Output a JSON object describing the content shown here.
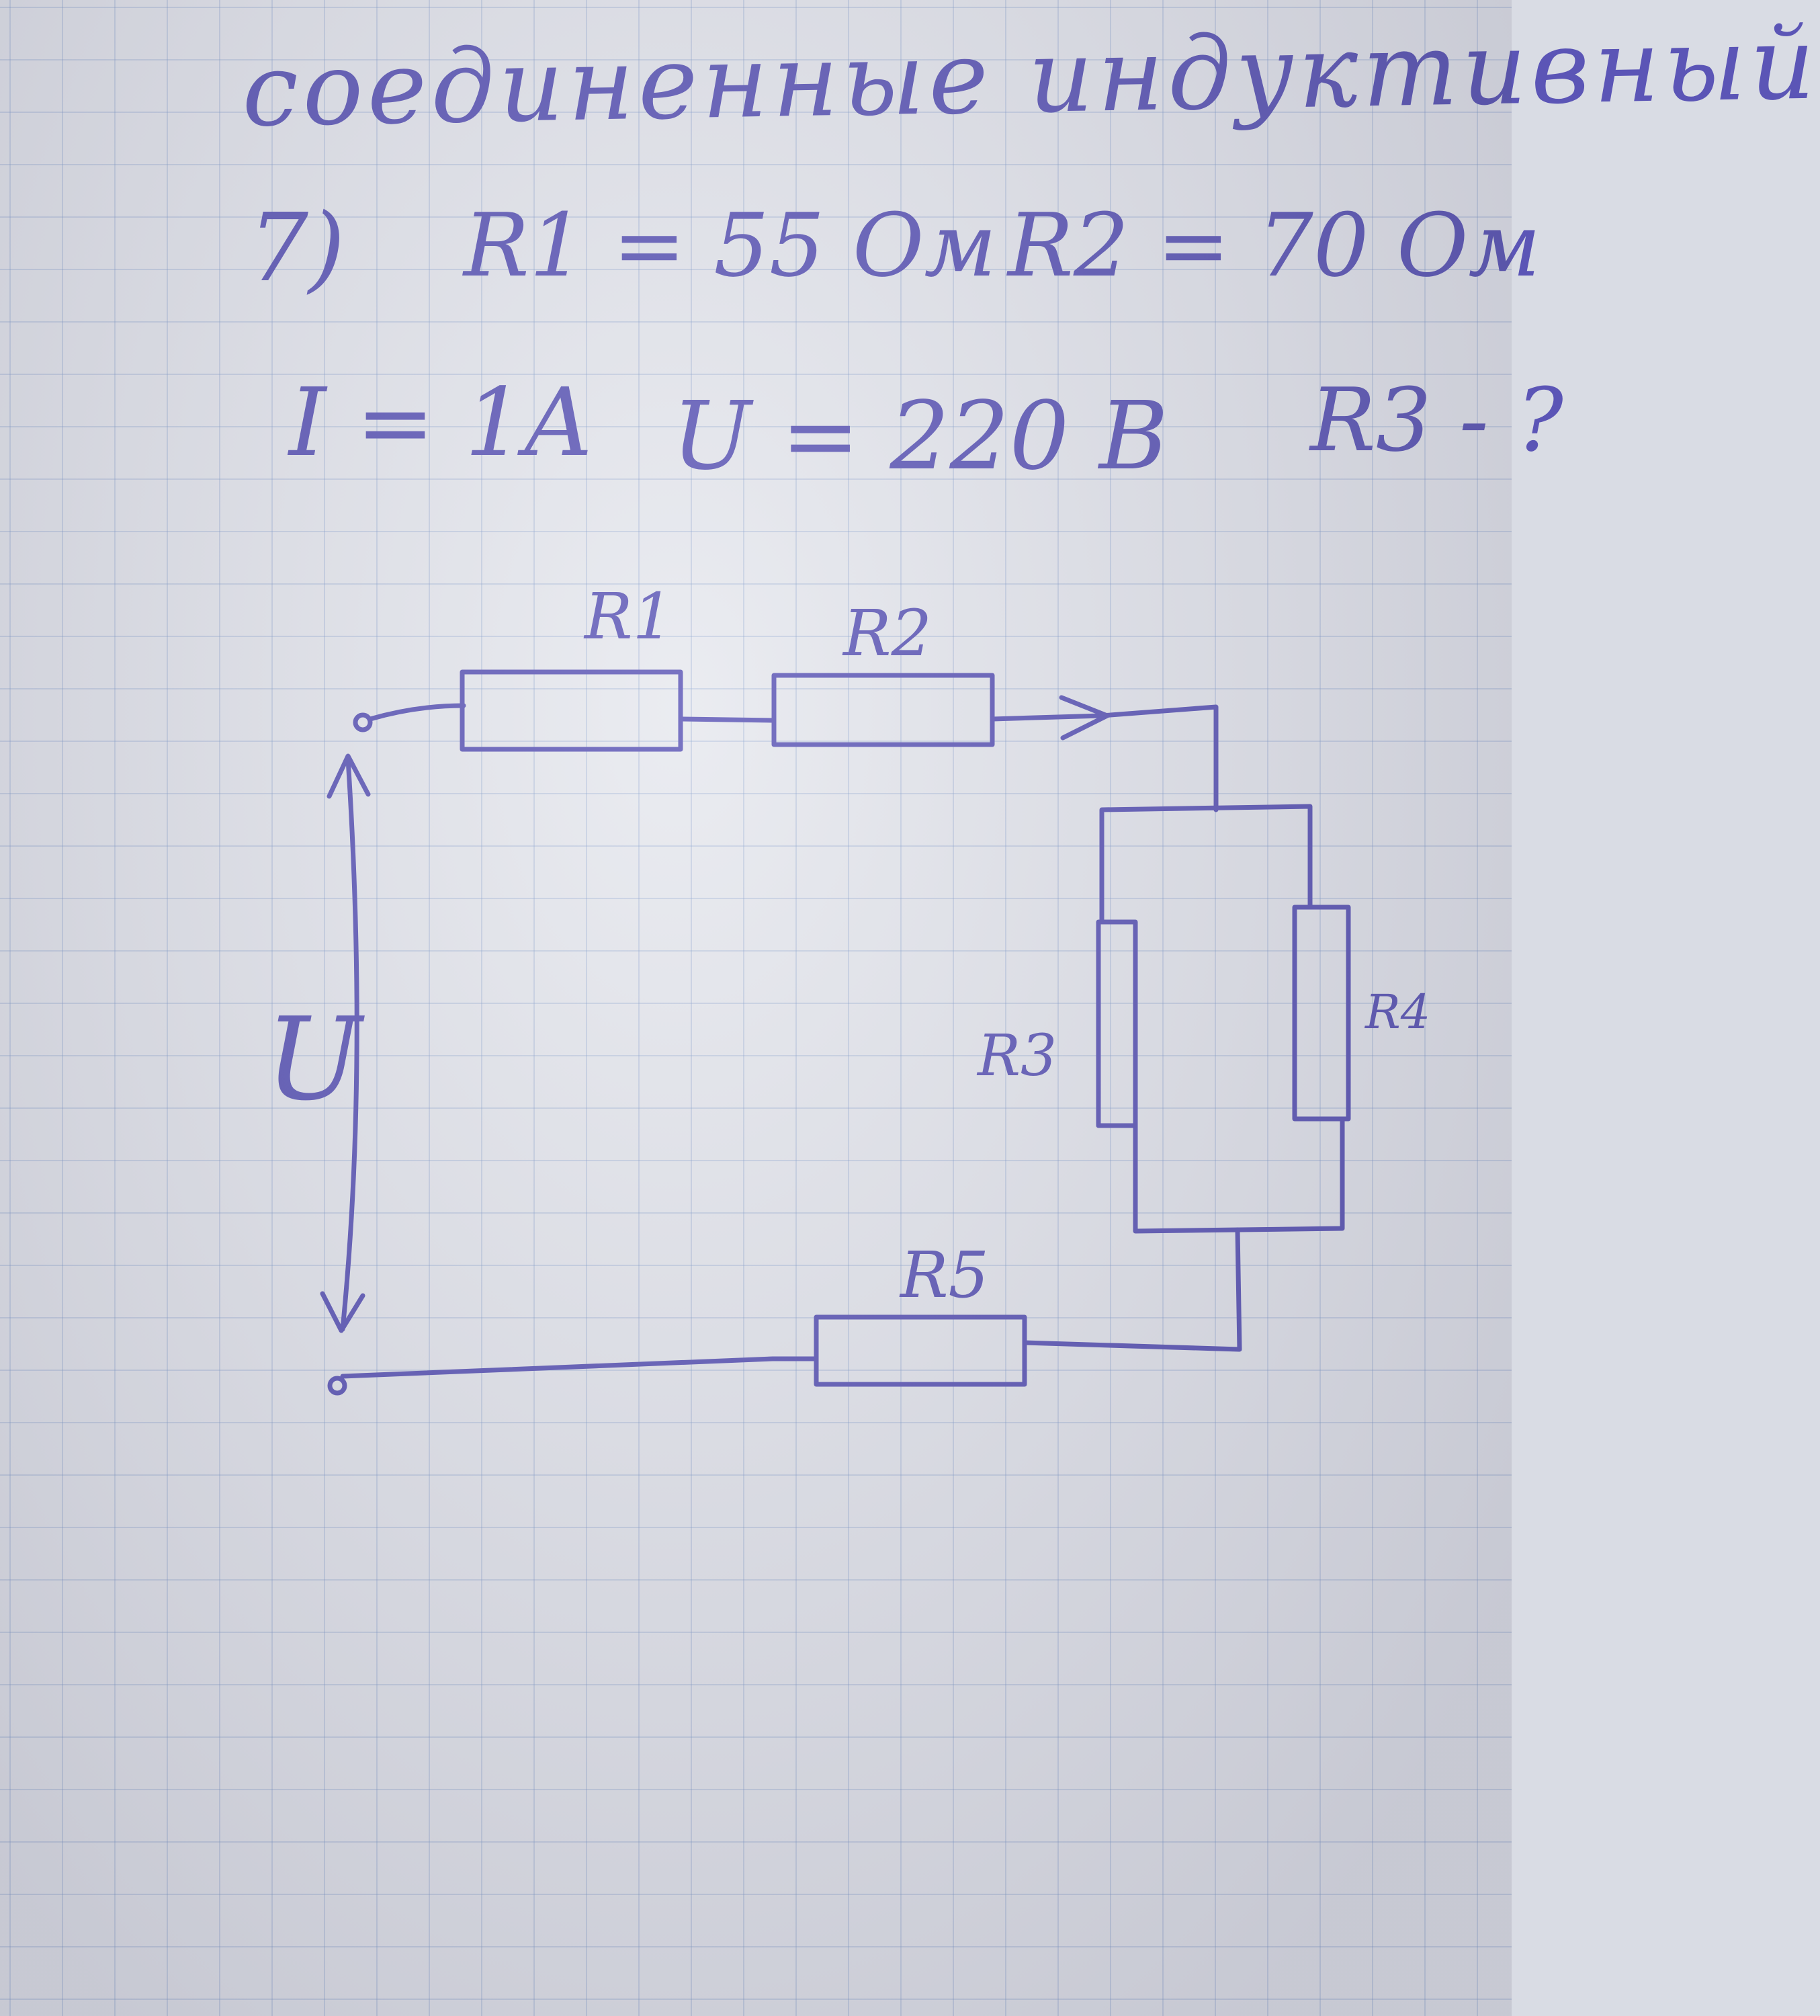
{
  "problem": {
    "heading": "соединенные индуктивный",
    "number": "7)",
    "given_r1": "R1 = 55 Ом",
    "given_r2": "R2 = 70 Ом",
    "given_i": "I = 1A",
    "given_u": "U = 220 В",
    "unknown": "R3 - ?"
  },
  "diagram": {
    "labels": {
      "r1": "R1",
      "r2": "R2",
      "r3": "R3",
      "r4": "R4",
      "r5": "R5",
      "u": "U"
    }
  },
  "colors": {
    "ink": "#5b55b6",
    "paper": "#e6e8ee",
    "grid": "#8fa6cf"
  }
}
